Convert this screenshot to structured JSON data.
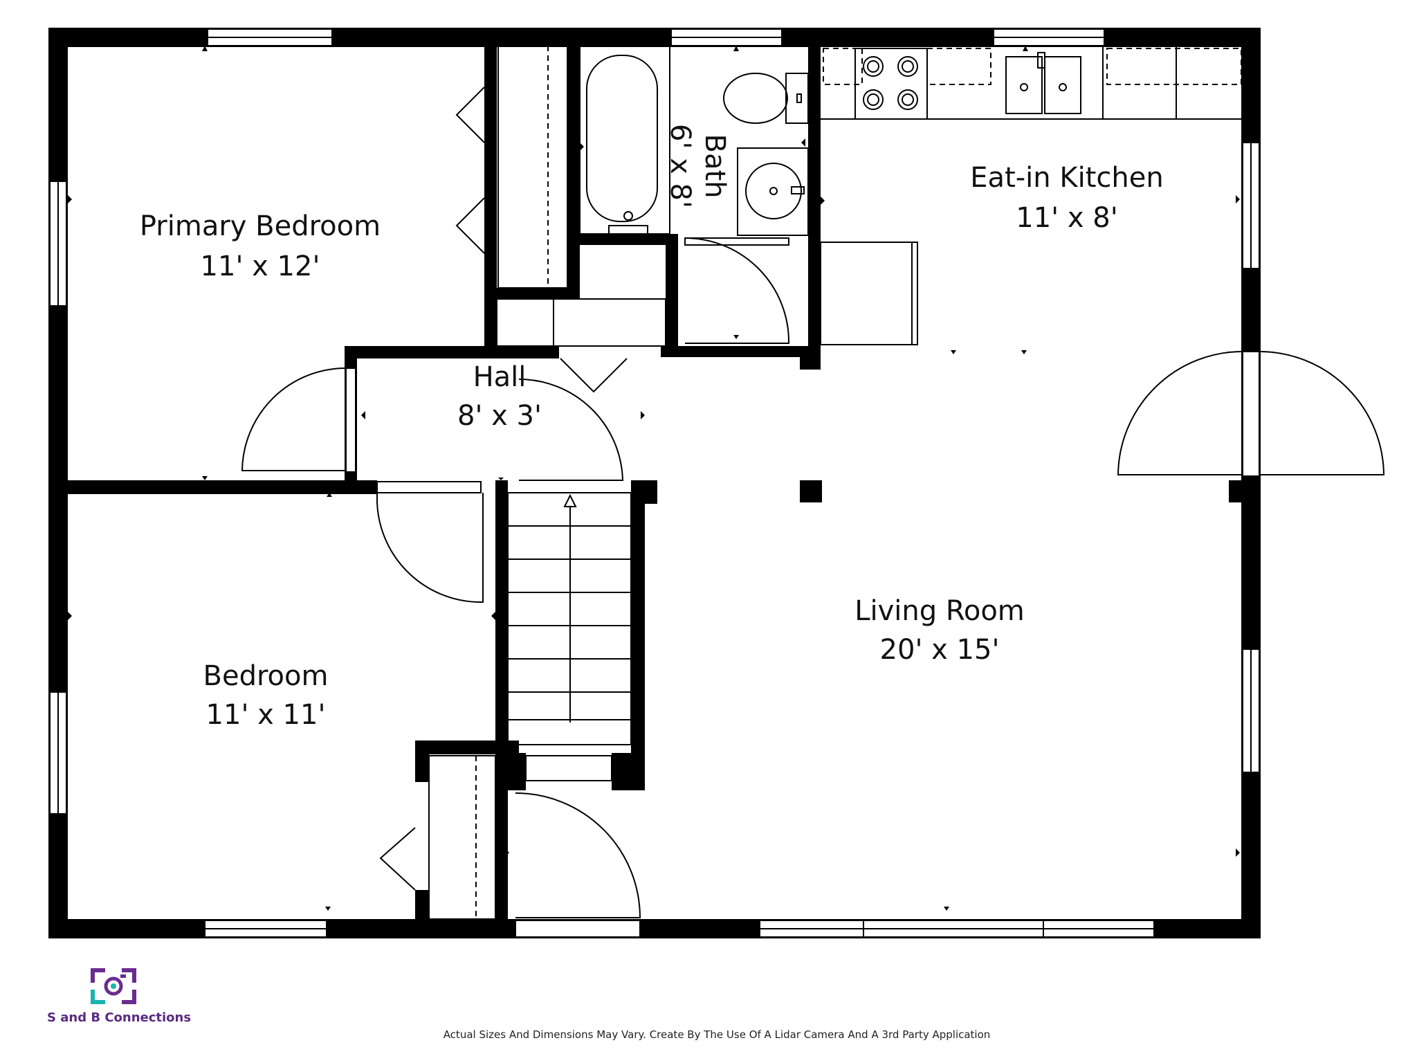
{
  "rooms": {
    "primary_bedroom": {
      "name": "Primary Bedroom",
      "size": "11' x 12'"
    },
    "bath": {
      "name": "Bath",
      "size": "6' x 8'"
    },
    "kitchen": {
      "name": "Eat-in Kitchen",
      "size": "11' x 8'"
    },
    "hall": {
      "name": "Hall",
      "size": "8' x 3'"
    },
    "bedroom": {
      "name": "Bedroom",
      "size": "11' x 11'"
    },
    "living_room": {
      "name": "Living Room",
      "size": "20' x 15'"
    }
  },
  "brand": {
    "name": "S and B Connections",
    "colors": {
      "purple": "#6a2c8f",
      "teal": "#19b5ad"
    }
  },
  "disclaimer": "Actual Sizes And Dimensions May Vary. Create By The Use Of A Lidar Camera And A 3rd Party Application",
  "colors": {
    "wall": "#000000",
    "fixture": "#000000",
    "background": "#ffffff"
  }
}
